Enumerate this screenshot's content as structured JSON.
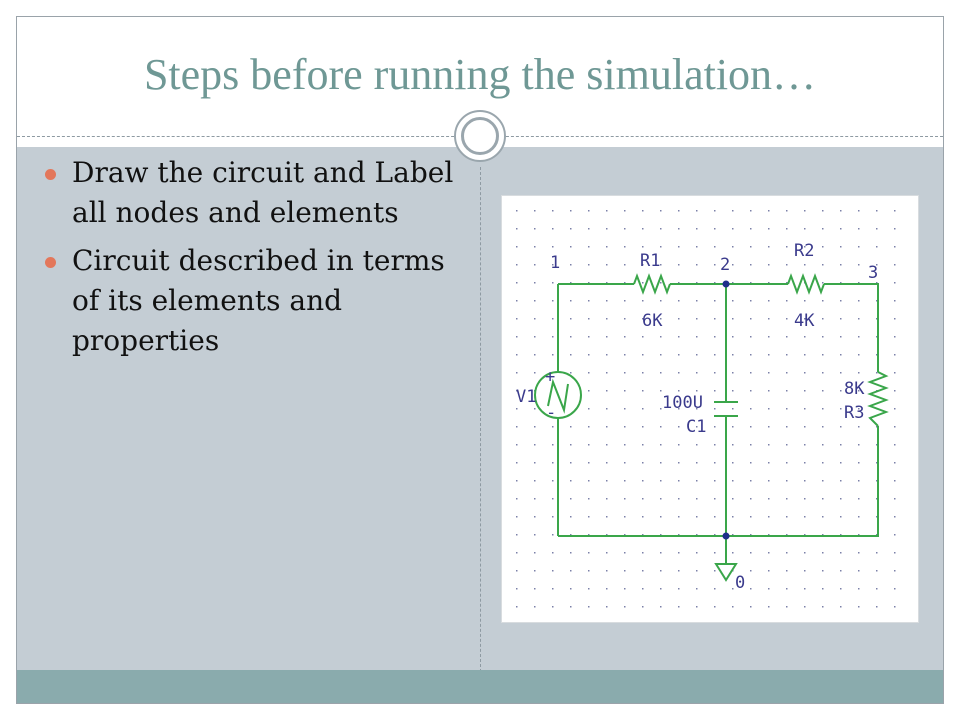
{
  "slide": {
    "title": "Steps before running the simulation…",
    "bullets": [
      "Draw the circuit and Label all nodes and elements",
      "Circuit described in terms of its elements and properties"
    ]
  },
  "circuit": {
    "nodes": {
      "n1": "1",
      "n2": "2",
      "n3": "3",
      "ground": "0"
    },
    "elements": {
      "r1": {
        "name": "R1",
        "value": "6K"
      },
      "r2": {
        "name": "R2",
        "value": "4K"
      },
      "r3": {
        "name": "R3",
        "value": "8K"
      },
      "c1": {
        "name": "C1",
        "value": "100U"
      },
      "v1": {
        "name": "V1"
      }
    },
    "source_signs": {
      "plus": "+",
      "minus": "-"
    }
  },
  "colors": {
    "wire": "#3aa64a",
    "label": "#3a3a8c",
    "junction": "#1f2f8c",
    "title": "#6f9895",
    "bullet": "#e3775b"
  }
}
